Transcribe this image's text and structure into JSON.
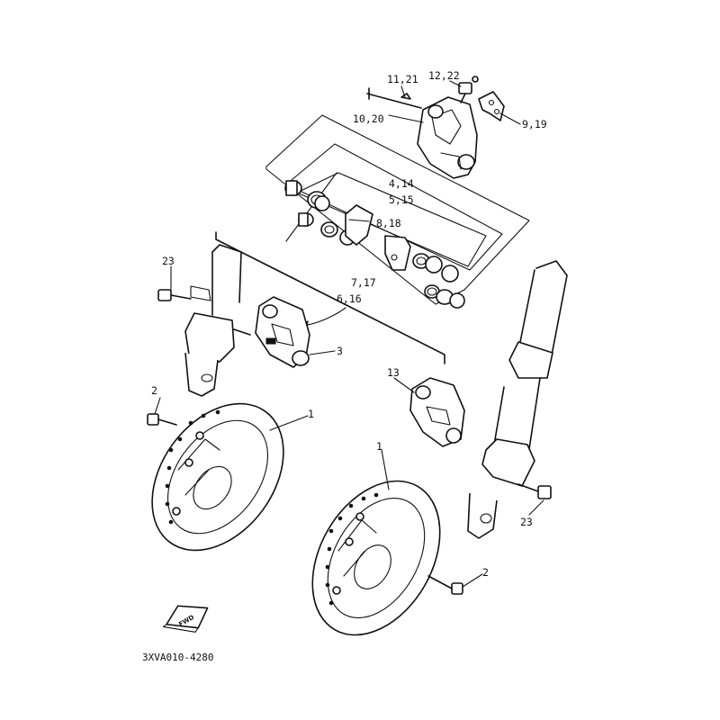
{
  "diagram": {
    "labels": {
      "p11_21": "11,21",
      "p12_22": "12,22",
      "p10_20": "10,20",
      "p9_19": "9,19",
      "p4_14": "4,14",
      "p5_15": "5,15",
      "p8_18": "8,18",
      "p7_17": "7,17",
      "p6_16": "6,16",
      "p23_top": "23",
      "p3": "3",
      "p13": "13",
      "p2_left": "2",
      "p1_left": "1",
      "p1_right": "1",
      "p2_right": "2",
      "p23_bottom": "23"
    },
    "fwd_badge": "FWD",
    "drawing_code": "3XVA010-4280"
  }
}
